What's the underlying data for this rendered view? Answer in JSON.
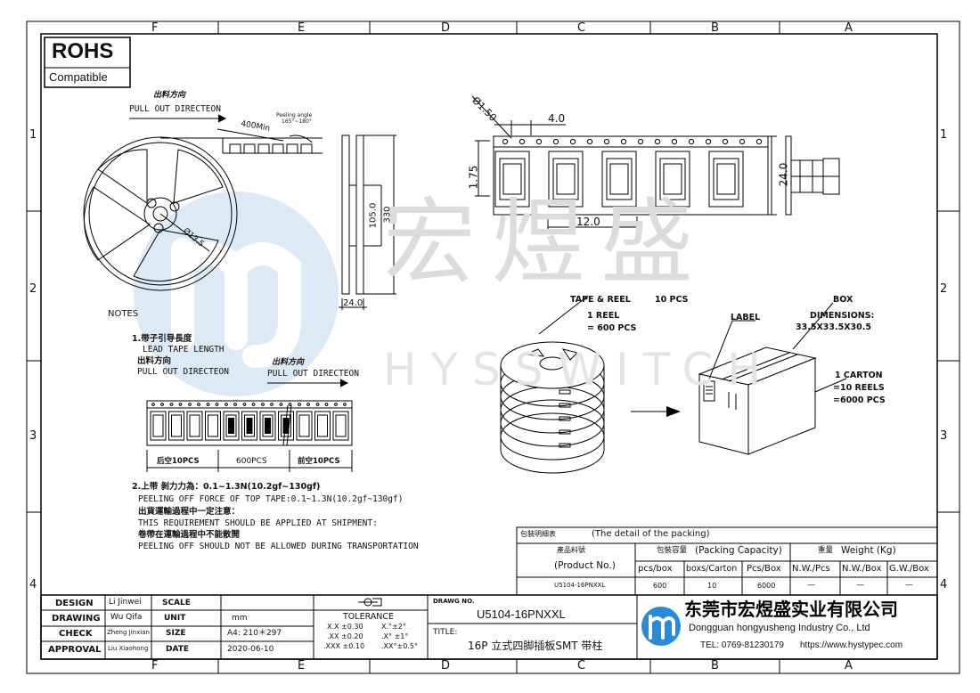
{
  "border": {
    "cols": [
      "F",
      "E",
      "D",
      "C",
      "B",
      "A"
    ],
    "rows": [
      "1",
      "2",
      "3",
      "4"
    ]
  },
  "rohs": {
    "title": "ROHS",
    "sub": "Compatible"
  },
  "reel_drawing": {
    "pull_cn": "出料方向",
    "pull_en": "PULL OUT DIRECTEON",
    "min_len": "400Min",
    "peel_angle_label": "Peeling angle",
    "peel_angle_value": "165°~180°",
    "hub_dia": "Ø13.5",
    "width": "24.0",
    "hub": "105.0",
    "outer": "330"
  },
  "tape_drawing": {
    "hole_dia": "Ø1.50",
    "pitch_hole": "4.0",
    "edge": "1.75",
    "width": "24.0",
    "pitch": "12.0"
  },
  "notes": {
    "title": "NOTES",
    "n1_cn": "1.带子引导長度",
    "n1_en": "LEAD TAPE LENGTH",
    "n1_pull_cn": "出料方向",
    "n1_pull_en": "PULL OUT DIRECTEON",
    "strip_pull_cn": "出料方向",
    "strip_pull_en": "PULL OUT DIRECTEON",
    "seg_left": "后空10PCS",
    "seg_mid": "600PCS",
    "seg_right": "前空10PCS",
    "n2_cn": "2.上带 剝力力為：0.1~1.3N(10.2gf~130gf)",
    "n2_en": "PEELING OFF FORCE OF TOP TAPE:0.1~1.3N(10.2gf~130gf)",
    "n3_cn": "出貨運輸過程中一定注意：",
    "n3_en": "THIS REQUIREMENT SHOULD BE APPLIED AT SHIPMENT:",
    "n4_cn": "卷帶在運輸過程中不能散開",
    "n4_en": "PEELING OFF SHOULD NOT BE ALLOWED DURING TRANSPORTATION"
  },
  "packing": {
    "tape_reel": "TAPE & REEL",
    "tape_reel_qty": "10 PCS",
    "reel_line1": "1 REEL",
    "reel_line2": "= 600 PCS",
    "label": "LABEL",
    "box": "BOX",
    "dims_title": "DIMENSIONS:",
    "dims": "33.5X33.5X30.5",
    "carton1": "1 CARTON",
    "carton2": "=10 REELS",
    "carton3": "=6000 PCS"
  },
  "watermark": {
    "cn": "宏煜盛",
    "en": "HYSSWITCH"
  },
  "packing_table": {
    "title_cn": "包裝明細表",
    "title_en": "(The detail of the packing)",
    "product_cn": "產品料號",
    "product_en": "(Product No.)",
    "capacity_cn": "包裝容量",
    "capacity_en": "(Packing Capacity)",
    "weight_cn": "重量",
    "weight_en": "Weight (Kg)",
    "headers": [
      "pcs/box",
      "boxs/Carton",
      "Pcs/Box",
      "N.W./Pcs",
      "N.W./Box",
      "G.W./Box"
    ],
    "row_part": "U5104-16PNXXL",
    "row": [
      "600",
      "10",
      "6000",
      "—",
      "—",
      "—"
    ]
  },
  "title_block": {
    "design_l": "DESIGN",
    "design_v": "Li Jinwei",
    "drawing_l": "DRAWING",
    "drawing_v": "Wu Qifa",
    "check_l": "CHECK",
    "check_v": "Zheng Jinxian",
    "approval_l": "APPROVAL",
    "approval_v": "Liu Xiaohong",
    "scale_l": "SCALE",
    "scale_v": "",
    "unit_l": "UNIT",
    "unit_v": "mm",
    "size_l": "SIZE",
    "size_v": "A4: 210＊297",
    "date_l": "DATE",
    "date_v": "2020-06-10",
    "tolerance": "TOLERANCE",
    "tol_rows": [
      [
        "X.X  ±0.30",
        "X.°±2°"
      ],
      [
        ".XX  ±0.20",
        ".X° ±1°"
      ],
      [
        ".XXX ±0.10",
        ".XX°±0.5°"
      ]
    ],
    "drawg_no_l": "DRAWG NO.",
    "drawg_no_v": "U5104-16PNXXL",
    "title_l": "TITLE:",
    "title_v": "16P 立式四脚插板SMT 带柱",
    "company_cn": "东莞市宏煜盛实业有限公司",
    "company_en": "Dongguan hongyusheng Industry Co., Ltd",
    "tel": "TEL: 0769-81230179",
    "web": "https://www.hystypec.com"
  }
}
